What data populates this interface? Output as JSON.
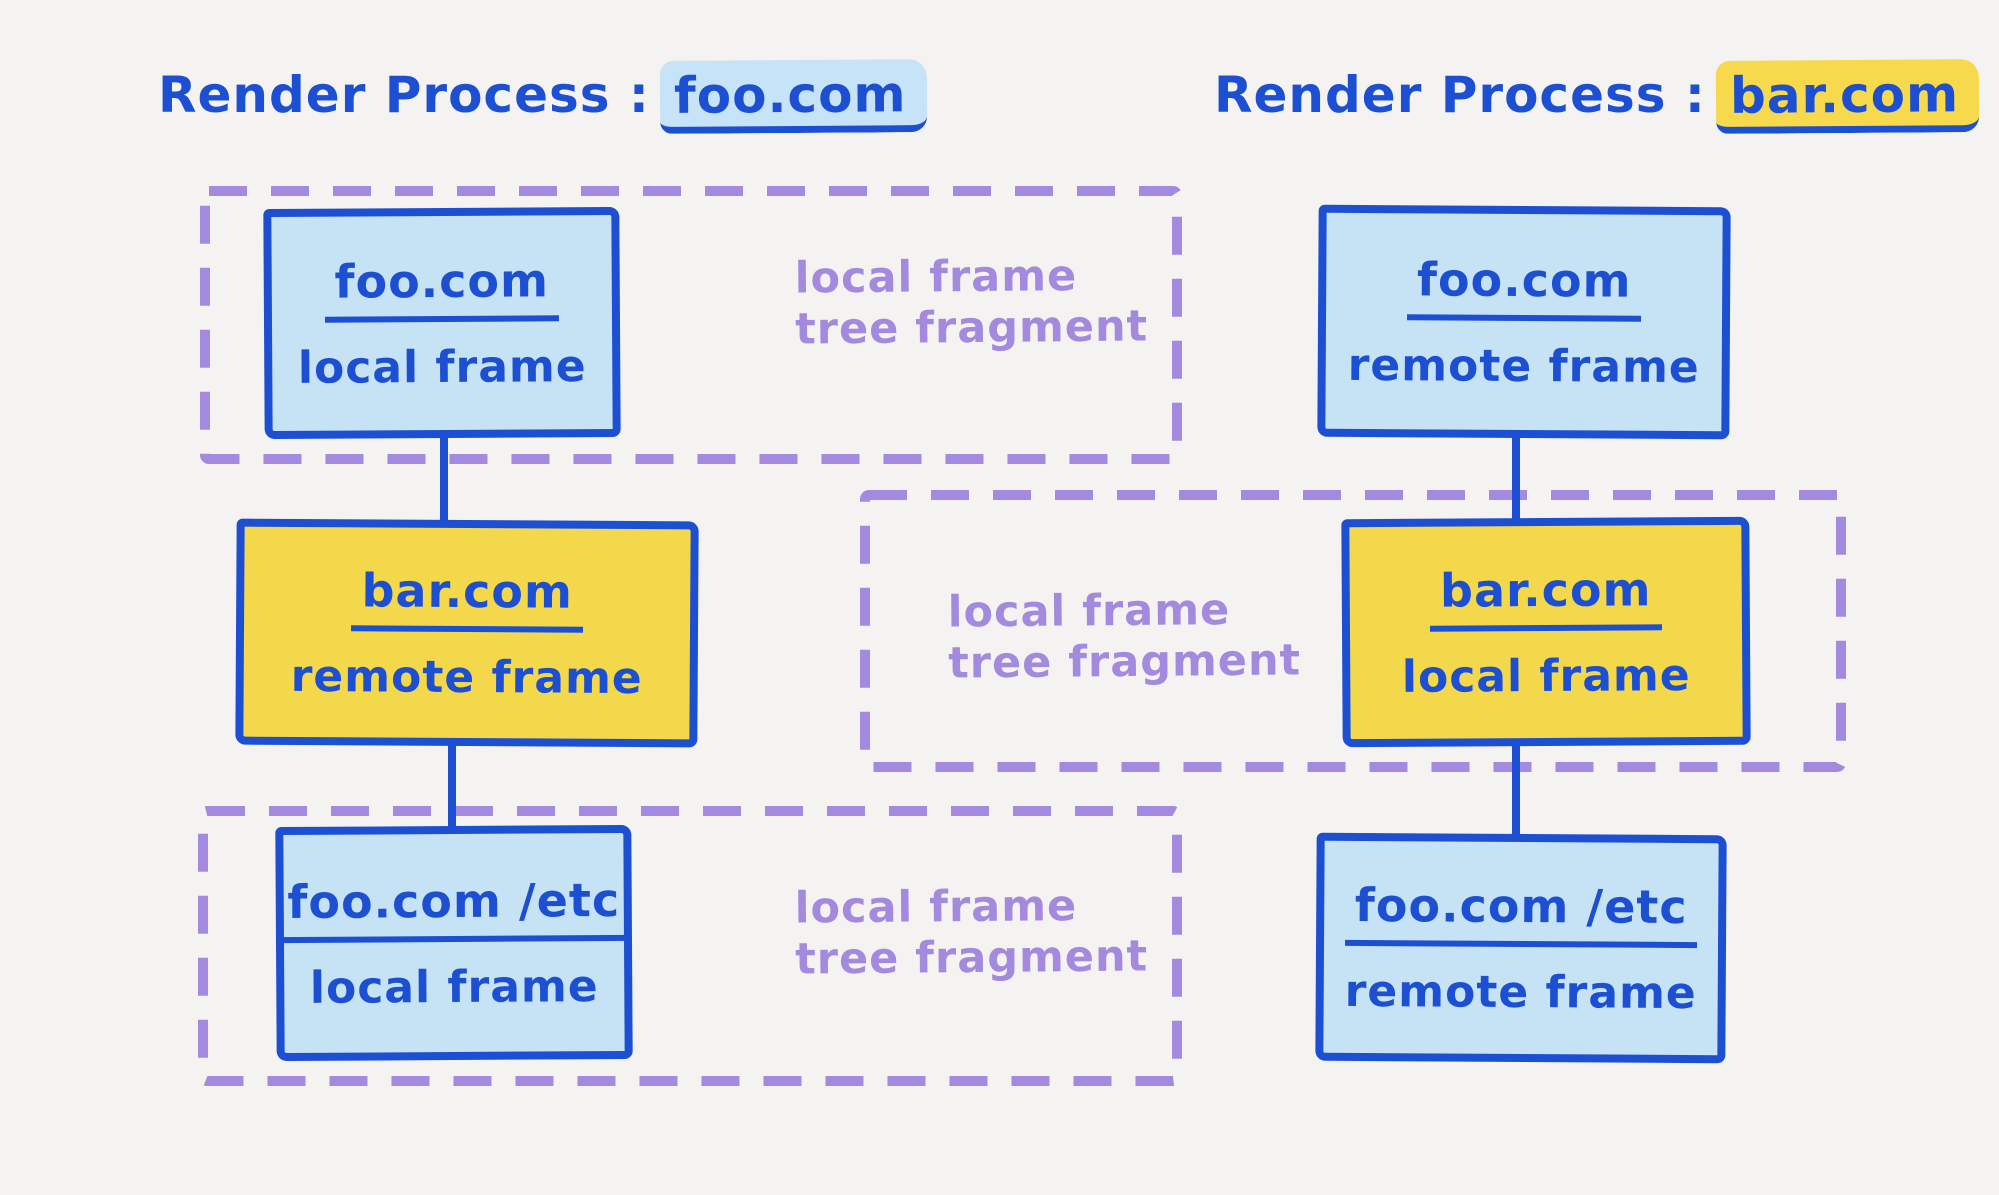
{
  "colors": {
    "blue": "#1d4fd3",
    "light_blue": "#c6e2f5",
    "yellow": "#f3d84b",
    "purple": "#a48ade",
    "background": "#f4f3f1",
    "highlight_blue": "#c6e3f8",
    "highlight_yellow": "#f6d94c"
  },
  "left": {
    "title": {
      "prefix": "Render Process :",
      "domain": "foo.com"
    },
    "node1": {
      "domain": "foo.com",
      "frame": "local frame"
    },
    "node2": {
      "domain": "bar.com",
      "frame": "remote frame"
    },
    "node3": {
      "domain": "foo.com /etc",
      "frame": "local frame"
    },
    "fragment1": {
      "line1": "local frame",
      "line2": "tree fragment"
    },
    "fragment2": {
      "line1": "local frame",
      "line2": "tree fragment"
    }
  },
  "right": {
    "title": {
      "prefix": "Render Process :",
      "domain": "bar.com"
    },
    "node1": {
      "domain": "foo.com",
      "frame": "remote frame"
    },
    "node2": {
      "domain": "bar.com",
      "frame": "local frame"
    },
    "node3": {
      "domain": "foo.com /etc",
      "frame": "remote frame"
    },
    "fragment1": {
      "line1": "local frame",
      "line2": "tree fragment"
    }
  }
}
